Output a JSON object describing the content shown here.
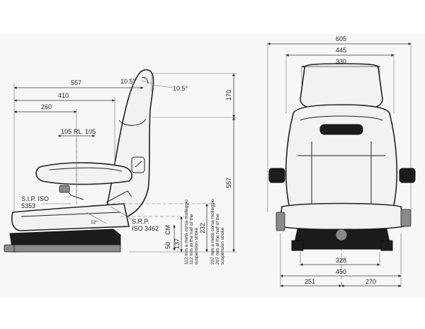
{
  "side_view": {
    "dims": {
      "total_depth": "557",
      "depth_410": "410",
      "depth_260": "260",
      "rl_left": "105",
      "rl_label": "RL",
      "rl_right": "105",
      "back_angle_left": "10.5°",
      "back_angle_right": "10.5°",
      "height_170": "170",
      "height_557": "557",
      "height_232": "232",
      "height_137": "137",
      "stroke_50": "50",
      "stroke_unit": "CM"
    },
    "labels": {
      "sip_title": "S.I.P. ISO",
      "sip_code": "5353",
      "srp_title": "S.R.P.",
      "srp_code": "ISO 3462",
      "angle_seat": "12°"
    },
    "notes": {
      "note_112_it": "112 mm a metà corsa molleggio",
      "note_112_en": "112 mm at the half of the",
      "note_112_en2": "suspension stroke",
      "note_207_it": "207 mm a metà corsa molleggio",
      "note_207_en": "207 mm at the half of the",
      "note_207_en2": "suspension stroke"
    }
  },
  "front_view": {
    "dims": {
      "width_605": "605",
      "width_445": "445",
      "width_330": "330",
      "width_328": "328",
      "width_450": "450",
      "offset_251": "251",
      "offset_270": "270"
    }
  }
}
